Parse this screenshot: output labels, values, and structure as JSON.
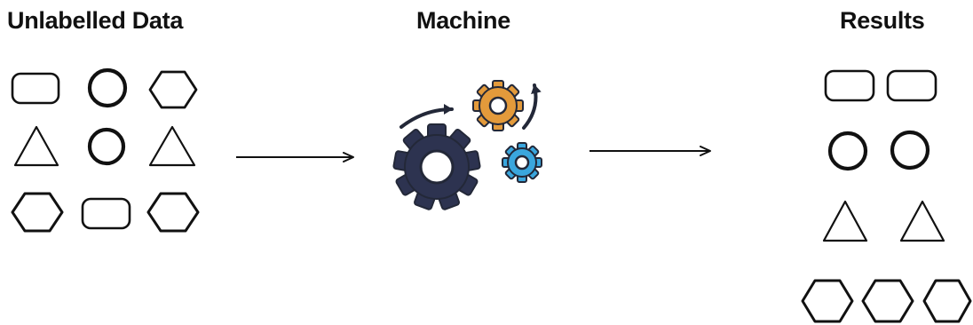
{
  "sections": {
    "input": {
      "title": "Unlabelled Data"
    },
    "model": {
      "title": "Machine"
    },
    "output": {
      "title": "Results"
    }
  },
  "icons": {
    "input_shapes": [
      "rounded-rectangle-icon",
      "circle-icon",
      "hexagon-icon",
      "triangle-icon",
      "circle-icon",
      "triangle-icon",
      "hexagon-icon",
      "rounded-rectangle-icon",
      "hexagon-icon"
    ],
    "machine": "gears-icon",
    "output_groups": [
      "rounded-rectangle-icon",
      "circle-icon",
      "triangle-icon",
      "hexagon-icon"
    ],
    "connectors": [
      "arrow-right-icon",
      "arrow-right-icon"
    ]
  },
  "colors": {
    "stroke": "#111111",
    "gear_large": "#2d3350",
    "gear_medium": "#e39a3b",
    "gear_small": "#3aa6dd",
    "gear_outline": "#232838"
  }
}
